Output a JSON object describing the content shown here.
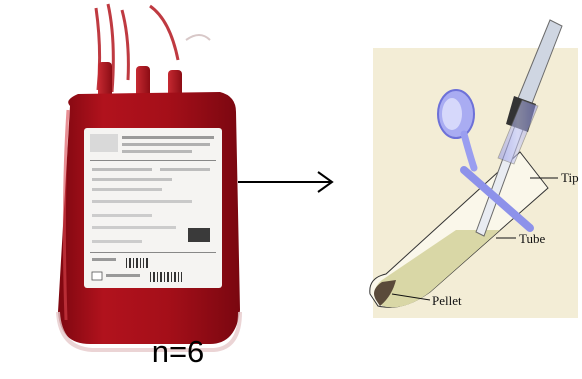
{
  "left_panel": {
    "sample_count": "n=6"
  },
  "right_panel": {
    "labels": {
      "tip": "Tip",
      "tube": "Tube",
      "pellet": "Pellet"
    }
  },
  "colors": {
    "blood": "#a8101a",
    "blood_dark": "#6a0408",
    "panel_bg": "#f3edd6",
    "pipette": "#9a9ef0",
    "liquid": "#d9d7a6",
    "pellet": "#5a4a3a"
  }
}
